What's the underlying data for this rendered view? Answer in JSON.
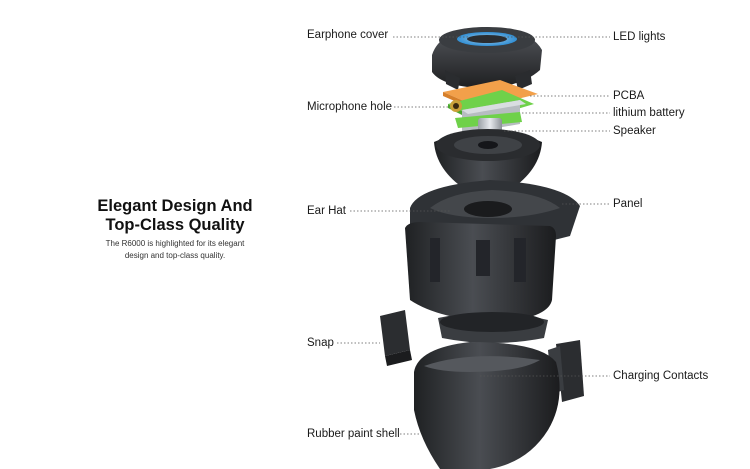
{
  "headline": {
    "line1": "Elegant Design And",
    "line2": "Top-Class Quality"
  },
  "description": {
    "line1": "The R6000 is highlighted for its elegant",
    "line2": "design and top-class quality."
  },
  "callouts": {
    "left": {
      "earphone_cover": "Earphone cover",
      "microphone_hole": "Microphone hole",
      "ear_hat": "Ear Hat",
      "snap": "Snap",
      "rubber_paint_shell": "Rubber paint shell"
    },
    "right": {
      "led_lights": "LED lights",
      "pcba": "PCBA",
      "lithium_battery": "lithium battery",
      "speaker": "Speaker",
      "panel": "Panel",
      "charging_contacts": "Charging Contacts"
    }
  },
  "colors": {
    "background": "#ffffff",
    "part_dark": "#2b2d30",
    "part_mid": "#44474b",
    "pcb_green": "#6fd14a",
    "pcb_orange": "#f2a04a",
    "led_blue": "#2f9ef0",
    "contacts_blue": "#3aa6e8"
  }
}
